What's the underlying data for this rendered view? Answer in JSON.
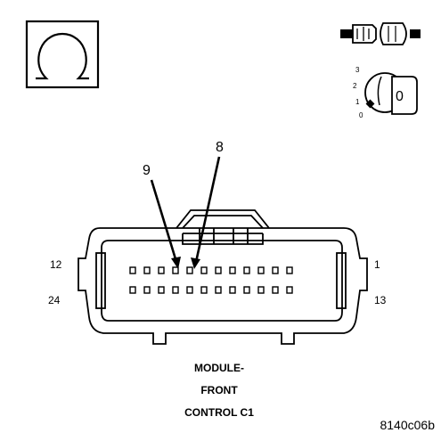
{
  "diagram": {
    "callouts": {
      "pin_a": "9",
      "pin_b": "8"
    },
    "pin_rows": {
      "top_left": "12",
      "top_right": "1",
      "bottom_left": "24",
      "bottom_right": "13"
    },
    "connector_title": [
      "MODULE-",
      "FRONT",
      "CONTROL C1"
    ],
    "doc_id": "8140c06b",
    "ignition_switch": {
      "positions": [
        "3",
        "2",
        "1",
        "0"
      ],
      "key_label": "0"
    }
  },
  "icons": [
    "ohmmeter-icon",
    "disconnect-connector-icon",
    "ignition-key-icon"
  ]
}
